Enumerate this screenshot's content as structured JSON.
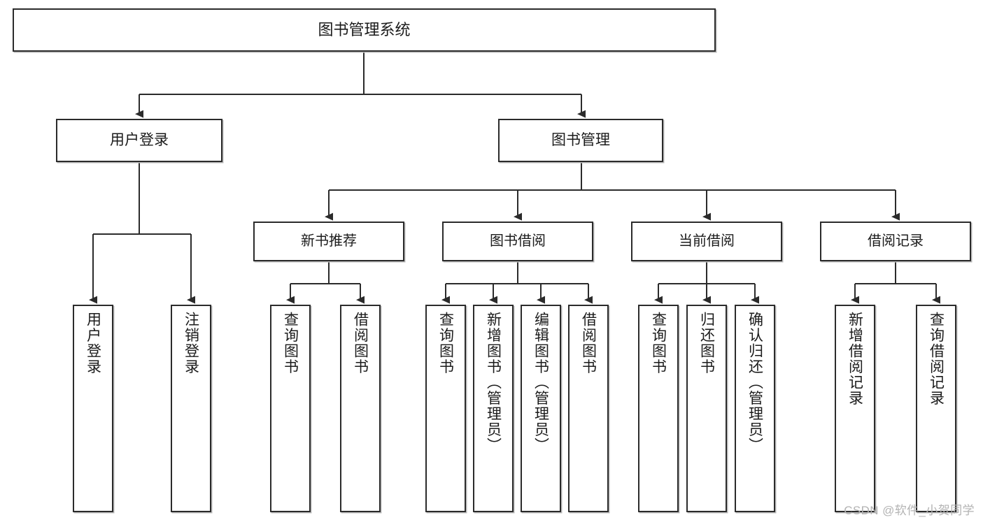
{
  "diagram": {
    "title": "图书管理系统",
    "type": "tree-hierarchy",
    "edge_color": "#2b2b2b",
    "node_border_color": "#2b2b2b",
    "node_fill_color": "#ffffff",
    "text_color": "#1b1b1b"
  },
  "watermark": {
    "text": "CSDN @软件_小贺同学",
    "color": "#b3b3b3"
  },
  "root": {
    "label": "图书管理系统"
  },
  "level2": [
    {
      "label": "用户登录"
    },
    {
      "label": "图书管理"
    }
  ],
  "level3": [
    {
      "label": "新书推荐"
    },
    {
      "label": "图书借阅"
    },
    {
      "label": "当前借阅"
    },
    {
      "label": "借阅记录"
    }
  ],
  "leaves": {
    "user_login": [
      {
        "label": "用户登录"
      },
      {
        "label": "注销登录"
      }
    ],
    "new_book": [
      {
        "label": "查询图书"
      },
      {
        "label": "借阅图书"
      }
    ],
    "book_borrow": [
      {
        "label": "查询图书"
      },
      {
        "label": "新增图书（管理员）"
      },
      {
        "label": "编辑图书（管理员）"
      },
      {
        "label": "借阅图书"
      }
    ],
    "current_borrow": [
      {
        "label": "查询图书"
      },
      {
        "label": "归还图书"
      },
      {
        "label": "确认归还（管理员）"
      }
    ],
    "borrow_record": [
      {
        "label": "新增借阅记录"
      },
      {
        "label": "查询借阅记录"
      }
    ]
  }
}
